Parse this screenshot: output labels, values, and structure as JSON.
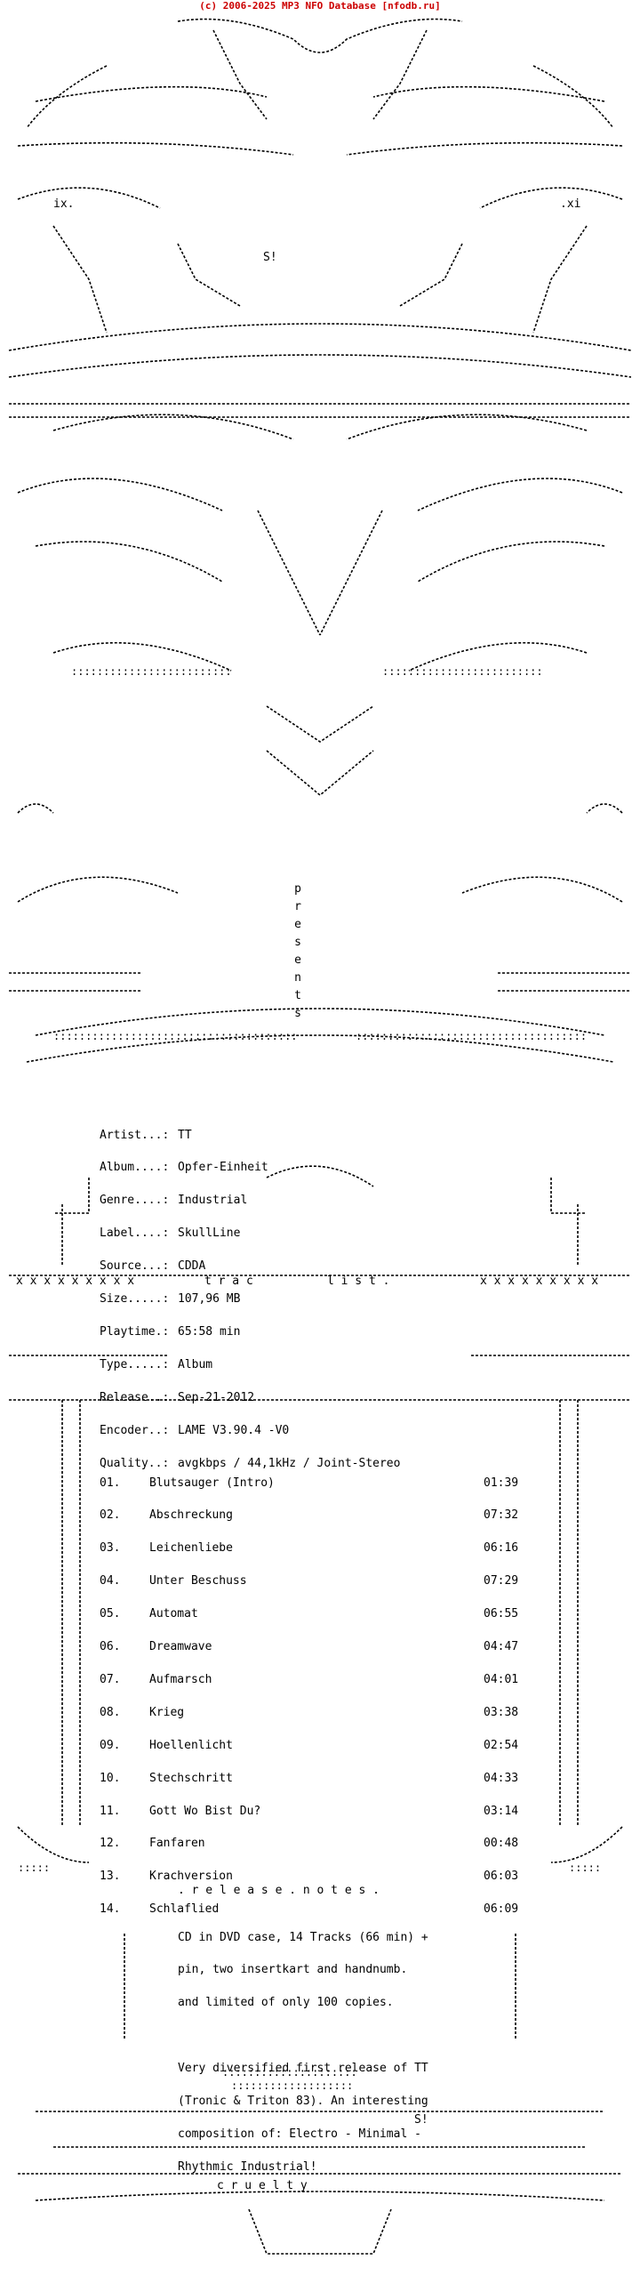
{
  "banner": "(c) 2006-2025 MP3 NFO Database [nfodb.ru]",
  "colors": {
    "banner": "#cc0000",
    "text": "#000000",
    "background": "#ffffff"
  },
  "art_labels": {
    "ix_left": "ix.",
    "xi_right": ".xi",
    "s_top": "S!",
    "presents": [
      "p",
      "r",
      "e",
      "s",
      "e",
      "n",
      "t",
      "s"
    ],
    "tracklist": "t r a c",
    "tracklist2": "l i s t .",
    "x_row_left": "x x x x x x x x x",
    "x_row_right": "x x x x x x x x x",
    "release_notes": ". r e l e a s e . n o t e s .",
    "s_bottom": "S!",
    "cruelty": "c r u e l t y"
  },
  "info": {
    "rows": [
      {
        "label": "Artist...:",
        "value": "TT"
      },
      {
        "label": "Album....:",
        "value": "Opfer-Einheit"
      },
      {
        "label": "Genre....:",
        "value": "Industrial"
      },
      {
        "label": "Label....:",
        "value": "SkullLine"
      },
      {
        "label": "Source...:",
        "value": "CDDA"
      },
      {
        "label": "Size.....:",
        "value": "107,96 MB"
      },
      {
        "label": "Playtime.:",
        "value": "65:58 min"
      },
      {
        "label": "Type.....:",
        "value": "Album"
      },
      {
        "label": "Release..:",
        "value": "Sep-21-2012"
      },
      {
        "label": "Encoder..:",
        "value": "LAME V3.90.4 -V0"
      },
      {
        "label": "Quality..:",
        "value": "avgkbps / 44,1kHz / Joint-Stereo"
      }
    ]
  },
  "tracks": [
    {
      "num": "01.",
      "title": "Blutsauger (Intro)",
      "time": "01:39"
    },
    {
      "num": "02.",
      "title": "Abschreckung",
      "time": "07:32"
    },
    {
      "num": "03.",
      "title": "Leichenliebe",
      "time": "06:16"
    },
    {
      "num": "04.",
      "title": "Unter Beschuss",
      "time": "07:29"
    },
    {
      "num": "05.",
      "title": "Automat",
      "time": "06:55"
    },
    {
      "num": "06.",
      "title": "Dreamwave",
      "time": "04:47"
    },
    {
      "num": "07.",
      "title": "Aufmarsch",
      "time": "04:01"
    },
    {
      "num": "08.",
      "title": "Krieg",
      "time": "03:38"
    },
    {
      "num": "09.",
      "title": "Hoellenlicht",
      "time": "02:54"
    },
    {
      "num": "10.",
      "title": "Stechschritt",
      "time": "04:33"
    },
    {
      "num": "11.",
      "title": "Gott Wo Bist Du?",
      "time": "03:14"
    },
    {
      "num": "12.",
      "title": "Fanfaren",
      "time": "00:48"
    },
    {
      "num": "13.",
      "title": "Krachversion",
      "time": "06:03"
    },
    {
      "num": "14.",
      "title": "Schlaflied",
      "time": "06:09"
    }
  ],
  "notes": [
    "CD in DVD case, 14 Tracks (66 min) +",
    "pin, two insertkart and handnumb.",
    "and limited of only 100 copies.",
    "",
    "Very diversified first release of TT",
    "(Tronic & Triton 83). An interesting",
    "composition of: Electro - Minimal -",
    "Rhythmic Industrial!"
  ]
}
